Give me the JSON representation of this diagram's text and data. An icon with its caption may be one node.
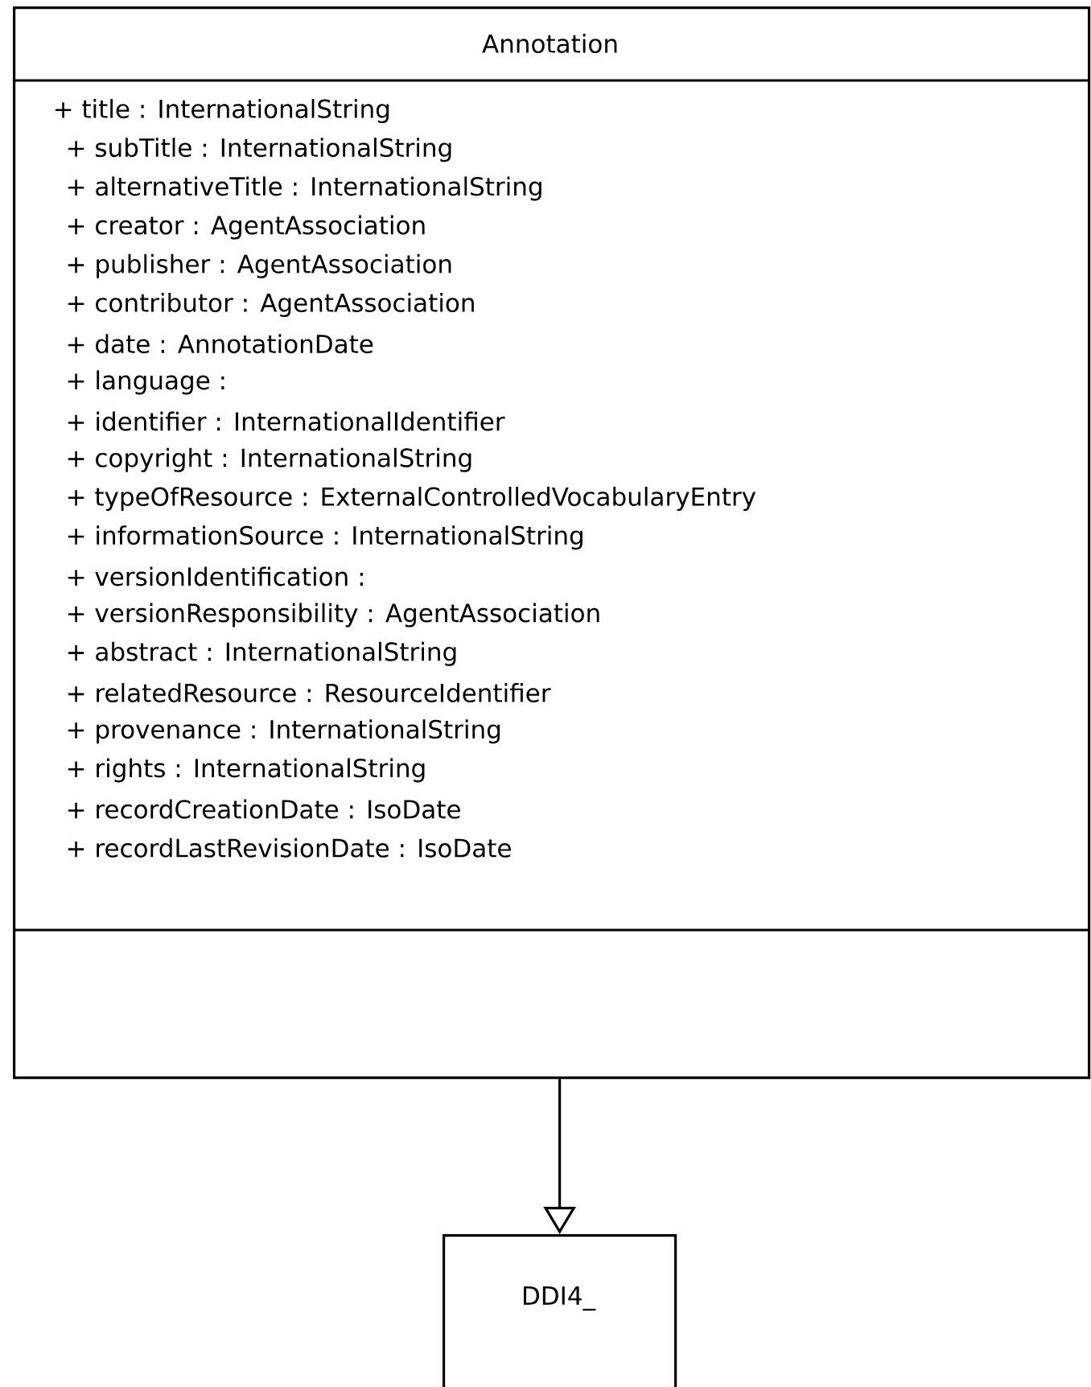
{
  "diagram": {
    "nodes": [
      {
        "text": [
          "Annotation",
          "+ title : InternationalString",
          "+ subTitle : InternationalString",
          "+ alternativeTitle : InternationalString",
          "+ creator : AgentAssociation",
          "+ publisher : AgentAssociation",
          "+ contributor : AgentAssociation",
          "+ date : AnnotationDate",
          "+ language :",
          "+ identifier : InternationalIdentifier",
          "+ copyright : InternationalString",
          "+ typeOfResource : ExternalControlledVocabularyEntry",
          "+ informationSource : InternationalString",
          "+ versionIdentification :",
          "+ versionResponsibility : AgentAssociation",
          "+ abstract : InternationalString",
          "+ relatedResource : ResourceIdentifier",
          "+ provenance : InternationalString",
          "+ rights : InternationalString",
          "+ recordCreationDate : IsoDate",
          "+ recordLastRevisionDate : IsoDate"
        ]
      },
      {
        "text": [
          "DDI4_"
        ]
      }
    ],
    "edges": [
      {
        "from": 0,
        "to": 1,
        "arrow": "to"
      }
    ]
  }
}
